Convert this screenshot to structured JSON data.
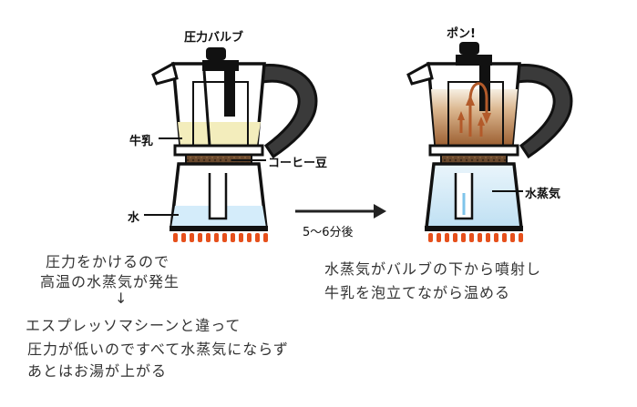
{
  "labels": {
    "pressure_valve": "圧力バルブ",
    "pon": "ポン!",
    "milk": "牛乳",
    "coffee_beans": "コーヒー豆",
    "water": "水",
    "steam": "水蒸気",
    "time": "5～6分後"
  },
  "notes_left": [
    "圧力をかけるので",
    "高温の水蒸気が発生",
    "↓",
    "エスプレッソマシーンと違って",
    "圧力が低いのですべて水蒸気にならず",
    "あとはお湯が上がる"
  ],
  "notes_right": [
    "水蒸気がバルブの下から噴射し",
    "牛乳を泡立てながら温める"
  ],
  "colors": {
    "outline": "#111111",
    "milk": "#f3edbc",
    "water": "#d4ecfa",
    "coffee": "#6b4a2e",
    "foam_top": "#f4ecdc",
    "foam_bottom": "#a3693a",
    "steam_arrow": "#b35a2a",
    "flame": "#e6501c",
    "handle": "#3a3a3a"
  }
}
